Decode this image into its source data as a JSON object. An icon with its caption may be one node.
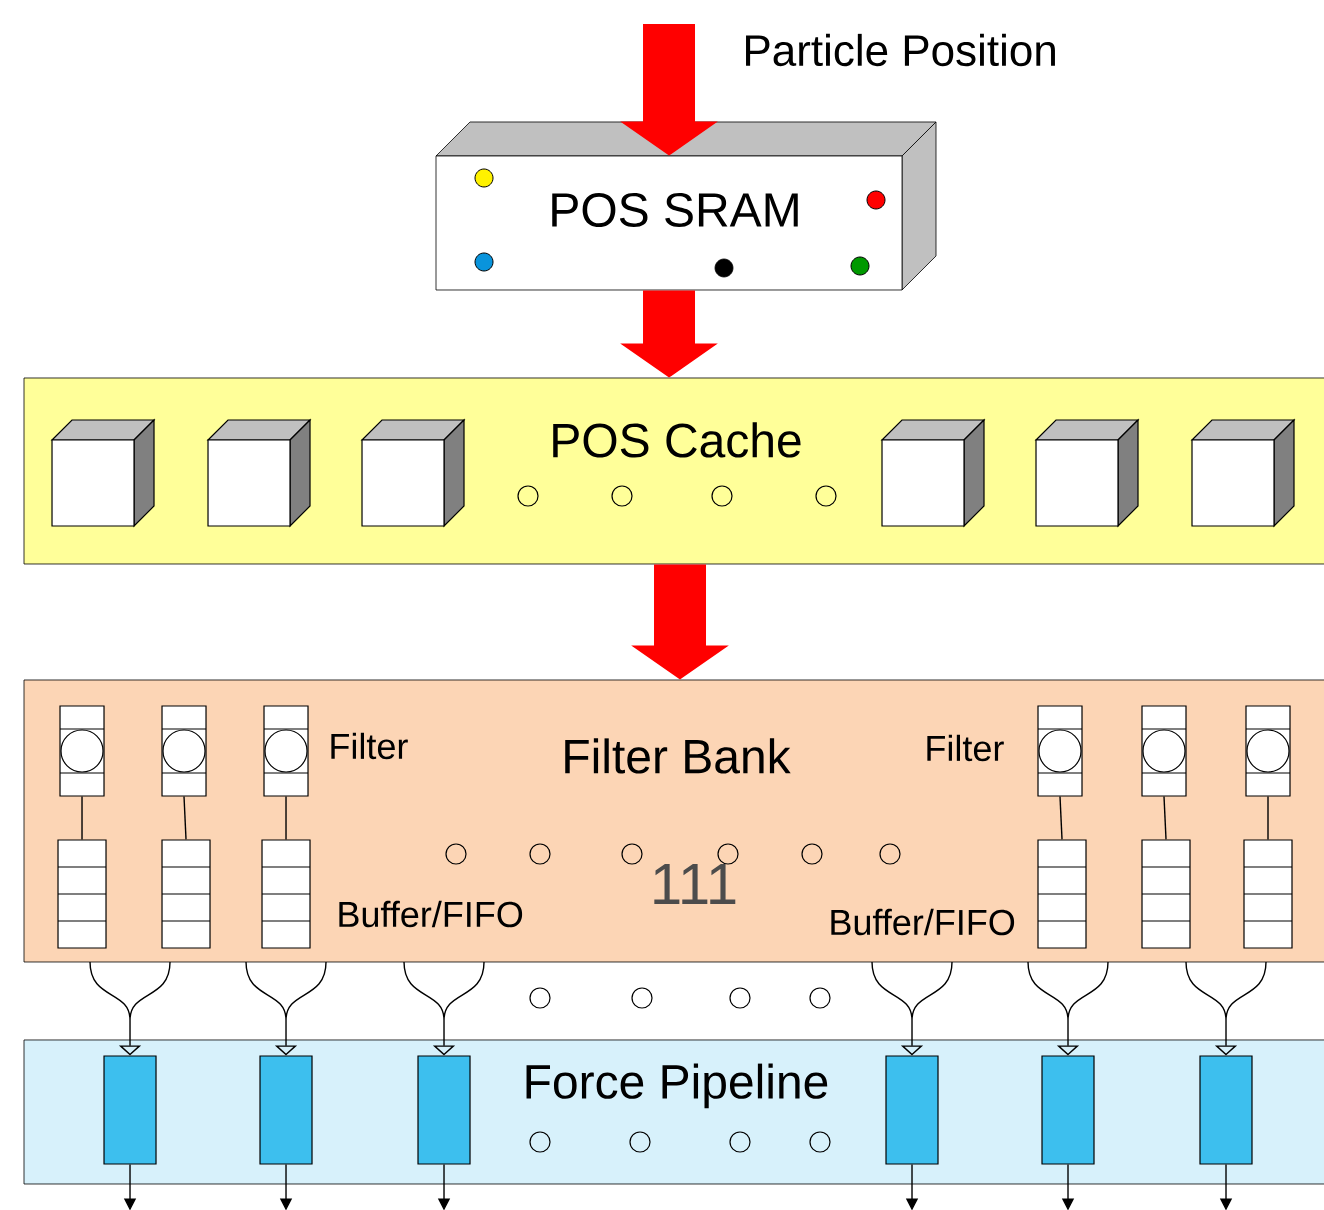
{
  "diagram": {
    "nodes": [
      {
        "text": [
          "POS SRAM"
        ]
      },
      {
        "text": [
          "POS Cache"
        ]
      },
      {
        "text": [],
        "shape": "box",
        "in": 1
      },
      {
        "text": [],
        "shape": "box",
        "in": 1
      },
      {
        "text": [],
        "shape": "box",
        "in": 1
      },
      {
        "text": [],
        "shape": "box",
        "in": 1
      },
      {
        "text": [],
        "shape": "box",
        "in": 1
      },
      {
        "text": [],
        "shape": "box",
        "in": 1
      },
      {
        "text": [
          "Filter Bank"
        ]
      },
      {
        "text": [],
        "shape": "box",
        "in": 8
      },
      {
        "text": [],
        "shape": "box",
        "in": 8
      },
      {
        "text": [],
        "shape": "box",
        "in": 8
      },
      {
        "text": [],
        "shape": "box",
        "in": 8
      },
      {
        "text": [],
        "shape": "box",
        "in": 8
      },
      {
        "text": [],
        "shape": "box",
        "in": 8
      },
      {
        "text": [],
        "shape": "box",
        "in": 8
      },
      {
        "text": [],
        "shape": "box",
        "in": 8
      },
      {
        "text": [],
        "shape": "box",
        "in": 8
      },
      {
        "text": [],
        "shape": "box",
        "in": 8
      },
      {
        "text": [],
        "shape": "box",
        "in": 8
      },
      {
        "text": [],
        "shape": "box",
        "in": 8
      },
      {
        "text": [
          "Force Pipeline"
        ]
      },
      {
        "text": [],
        "shape": "box",
        "in": 21
      },
      {
        "text": [],
        "shape": "box",
        "in": 21
      },
      {
        "text": [],
        "shape": "box",
        "in": 21
      },
      {
        "text": [],
        "shape": "box",
        "in": 21
      },
      {
        "text": [],
        "shape": "box",
        "in": 21
      },
      {
        "text": [],
        "shape": "box",
        "in": 21
      }
    ],
    "edges": [
      {
        "from": null,
        "to": 0,
        "arrow": "to",
        "label": "Particle Position",
        "style": "thick",
        "color": "#ff0000"
      },
      {
        "from": 0,
        "to": 1,
        "arrow": "to",
        "style": "thick",
        "color": "#ff0000"
      },
      {
        "from": 1,
        "to": 8,
        "arrow": "to",
        "style": "thick",
        "color": "#ff0000"
      },
      {
        "from": 9,
        "to": 15,
        "arrow": "none"
      },
      {
        "from": 10,
        "to": 16,
        "arrow": "none"
      },
      {
        "from": 11,
        "to": 17,
        "arrow": "none"
      },
      {
        "from": 12,
        "to": 18,
        "arrow": "none"
      },
      {
        "from": 13,
        "to": 19,
        "arrow": "none"
      },
      {
        "from": 14,
        "to": 20,
        "arrow": "none"
      },
      {
        "from": 8,
        "to": 22,
        "arrow": "to"
      },
      {
        "from": 8,
        "to": 23,
        "arrow": "to"
      },
      {
        "from": 8,
        "to": 24,
        "arrow": "to"
      },
      {
        "from": 8,
        "to": 25,
        "arrow": "to"
      },
      {
        "from": 8,
        "to": 26,
        "arrow": "to"
      },
      {
        "from": 8,
        "to": 27,
        "arrow": "to"
      },
      {
        "from": 22,
        "to": null,
        "arrow": "to"
      },
      {
        "from": 23,
        "to": null,
        "arrow": "to"
      },
      {
        "from": 24,
        "to": null,
        "arrow": "to"
      },
      {
        "from": 25,
        "to": null,
        "arrow": "to"
      },
      {
        "from": 26,
        "to": null,
        "arrow": "to"
      },
      {
        "from": 27,
        "to": null,
        "arrow": "to"
      }
    ],
    "labels": [
      "Filter",
      "Filter",
      "111",
      "Buffer/FIFO",
      "Buffer/FIFO"
    ]
  }
}
